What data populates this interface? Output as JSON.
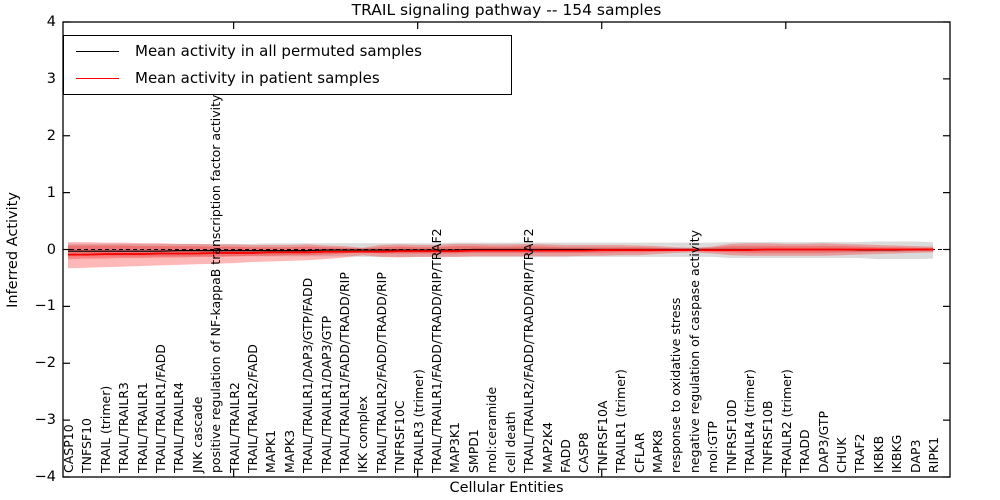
{
  "title": "TRAIL signaling pathway -- 154 samples",
  "axes": {
    "ylabel": "Inferred Activity",
    "xlabel": "Cellular Entities",
    "ylim": [
      -4,
      4
    ],
    "yticks": [
      {
        "v": 4,
        "label": "4"
      },
      {
        "v": 3,
        "label": "3"
      },
      {
        "v": 2,
        "label": "2"
      },
      {
        "v": 1,
        "label": "1"
      },
      {
        "v": 0,
        "label": "0"
      },
      {
        "v": -1,
        "label": "−1"
      },
      {
        "v": -2,
        "label": "−2"
      },
      {
        "v": -3,
        "label": "−3"
      },
      {
        "v": -4,
        "label": "−4"
      }
    ],
    "xtick_positions": [
      10,
      20,
      30,
      40
    ]
  },
  "legend": {
    "items": [
      {
        "label": "Mean activity in all permuted samples",
        "color": "#000000"
      },
      {
        "label": "Mean activity in patient samples",
        "color": "#ff0000"
      }
    ]
  },
  "colors": {
    "permuted_line": "#000000",
    "patient_line": "#ff0000",
    "permuted_band": "#999999",
    "patient_band": "#ff0000",
    "zero_line": "#000000",
    "frame": "#000000"
  },
  "chart_data": {
    "type": "line",
    "title": "TRAIL signaling pathway -- 154 samples",
    "xlabel": "Cellular Entities",
    "ylabel": "Inferred Activity",
    "ylim": [
      -4,
      4
    ],
    "grid": false,
    "legend_position": "upper left",
    "zero_line_style": "dashed",
    "categories": [
      "CASP10",
      "TNFSF10",
      "TRAIL (trimer)",
      "TRAIL/TRAILR3",
      "TRAIL/TRAILR1",
      "TRAIL/TRAILR1/FADD",
      "TRAIL/TRAILR4",
      "JNK cascade",
      "positive regulation of NF-kappaB transcription factor activity",
      "TRAIL/TRAILR2",
      "TRAIL/TRAILR2/FADD",
      "MAPK1",
      "MAPK3",
      "TRAIL/TRAILR1/DAP3/GTP/FADD",
      "TRAIL/TRAILR1/DAP3/GTP",
      "TRAIL/TRAILR1/FADD/TRADD/RIP",
      "IKK complex",
      "TRAIL/TRAILR2/FADD/TRADD/RIP",
      "TNFRSF10C",
      "TRAILR3 (trimer)",
      "TRAIL/TRAILR1/FADD/TRADD/RIP/TRAF2",
      "MAP3K1",
      "SMPD1",
      "mol:ceramide",
      "cell death",
      "TRAIL/TRAILR2/FADD/TRADD/RIP/TRAF2",
      "MAP2K4",
      "FADD",
      "CASP8",
      "TNFRSF10A",
      "TRAILR1 (trimer)",
      "CFLAR",
      "MAPK8",
      "response to oxidative stress",
      "negative regulation of caspase activity",
      "mol:GTP",
      "TNFRSF10D",
      "TRAILR4 (trimer)",
      "TNFRSF10B",
      "TRAILR2 (trimer)",
      "TRADD",
      "DAP3/GTP",
      "CHUK",
      "TRAF2",
      "IKBKB",
      "IKBKG",
      "DAP3",
      "RIPK1"
    ],
    "series": [
      {
        "name": "Mean activity in all permuted samples",
        "kind": "line",
        "color": "#000000",
        "values": [
          -0.03,
          -0.03,
          -0.03,
          -0.03,
          -0.03,
          -0.03,
          -0.02,
          -0.02,
          -0.02,
          -0.02,
          -0.02,
          -0.02,
          -0.02,
          -0.02,
          -0.01,
          -0.01,
          -0.01,
          -0.01,
          -0.01,
          -0.01,
          -0.01,
          -0.01,
          0,
          0,
          0,
          0,
          0,
          0,
          0,
          0,
          0,
          0,
          0,
          0,
          0,
          0,
          0,
          0,
          0,
          0,
          0,
          0,
          0,
          -0.01,
          -0.01,
          -0.01,
          0,
          0
        ]
      },
      {
        "name": "Mean activity in patient samples",
        "kind": "line",
        "color": "#ff0000",
        "values": [
          -0.09,
          -0.09,
          -0.08,
          -0.08,
          -0.08,
          -0.07,
          -0.07,
          -0.07,
          -0.06,
          -0.06,
          -0.06,
          -0.05,
          -0.05,
          -0.05,
          -0.04,
          -0.04,
          -0.04,
          -0.04,
          -0.03,
          -0.03,
          -0.03,
          -0.03,
          -0.02,
          -0.02,
          -0.02,
          -0.02,
          -0.02,
          -0.02,
          -0.02,
          -0.01,
          -0.01,
          -0.01,
          -0.01,
          -0.01,
          -0.01,
          -0.01,
          -0.01,
          -0.01,
          0,
          0,
          0,
          0,
          0,
          0,
          0,
          0,
          0,
          0
        ]
      },
      {
        "name": "Permuted samples std band",
        "kind": "band",
        "color": "#999999",
        "opacity": 0.35,
        "upper": [
          0.1,
          0.1,
          0.1,
          0.1,
          0.1,
          0.1,
          0.1,
          0.1,
          0.1,
          0.1,
          0.1,
          0.11,
          0.11,
          0.11,
          0.11,
          0.11,
          0.11,
          0.11,
          0.11,
          0.11,
          0.11,
          0.12,
          0.12,
          0.12,
          0.12,
          0.12,
          0.12,
          0.12,
          0.12,
          0.12,
          0.12,
          0.12,
          0.12,
          0.12,
          0.12,
          0.12,
          0.13,
          0.13,
          0.13,
          0.13,
          0.13,
          0.13,
          0.13,
          0.13,
          0.14,
          0.14,
          0.14,
          0.13
        ],
        "lower": [
          -0.12,
          -0.12,
          -0.12,
          -0.12,
          -0.12,
          -0.12,
          -0.12,
          -0.12,
          -0.12,
          -0.12,
          -0.12,
          -0.12,
          -0.12,
          -0.12,
          -0.12,
          -0.12,
          -0.13,
          -0.13,
          -0.13,
          -0.13,
          -0.13,
          -0.13,
          -0.13,
          -0.13,
          -0.13,
          -0.13,
          -0.13,
          -0.13,
          -0.13,
          -0.13,
          -0.13,
          -0.13,
          -0.13,
          -0.13,
          -0.13,
          -0.13,
          -0.15,
          -0.15,
          -0.15,
          -0.15,
          -0.15,
          -0.15,
          -0.15,
          -0.15,
          -0.17,
          -0.17,
          -0.17,
          -0.16
        ]
      },
      {
        "name": "Patient samples outer std band",
        "kind": "band",
        "color": "#ff0000",
        "opacity": 0.28,
        "upper": [
          0.13,
          0.13,
          0.12,
          0.12,
          0.11,
          0.11,
          0.1,
          0.1,
          0.09,
          0.09,
          0.08,
          0.08,
          0.08,
          0.09,
          0.07,
          0.06,
          0.03,
          0.08,
          0.09,
          0.08,
          0.08,
          0.1,
          0.1,
          0.09,
          0.09,
          0.1,
          0.09,
          0.08,
          0.08,
          0.08,
          0.08,
          0.07,
          0.06,
          0.04,
          0.03,
          0.05,
          0.1,
          0.11,
          0.11,
          0.1,
          0.1,
          0.11,
          0.1,
          0.09,
          0.08,
          0.07,
          0.06,
          0.05
        ],
        "lower": [
          -0.33,
          -0.32,
          -0.31,
          -0.3,
          -0.29,
          -0.28,
          -0.27,
          -0.26,
          -0.25,
          -0.24,
          -0.22,
          -0.21,
          -0.2,
          -0.19,
          -0.17,
          -0.14,
          -0.1,
          -0.13,
          -0.14,
          -0.13,
          -0.13,
          -0.13,
          -0.12,
          -0.12,
          -0.12,
          -0.12,
          -0.12,
          -0.12,
          -0.11,
          -0.11,
          -0.1,
          -0.1,
          -0.08,
          -0.06,
          -0.05,
          -0.07,
          -0.1,
          -0.11,
          -0.11,
          -0.11,
          -0.11,
          -0.11,
          -0.1,
          -0.09,
          -0.08,
          -0.07,
          -0.06,
          -0.05
        ]
      },
      {
        "name": "Patient samples inner std band",
        "kind": "band",
        "color": "#ff0000",
        "opacity": 0.28,
        "upper": [
          0.07,
          0.07,
          0.07,
          0.07,
          0.06,
          0.06,
          0.06,
          0.06,
          0.05,
          0.05,
          0.04,
          0.04,
          0.04,
          0.05,
          0.04,
          0.03,
          0.02,
          0.04,
          0.05,
          0.04,
          0.04,
          0.06,
          0.06,
          0.05,
          0.05,
          0.06,
          0.05,
          0.04,
          0.04,
          0.04,
          0.04,
          0.04,
          0.03,
          0.02,
          0.02,
          0.03,
          0.06,
          0.06,
          0.06,
          0.06,
          0.06,
          0.06,
          0.06,
          0.05,
          0.04,
          0.04,
          0.03,
          0.03
        ],
        "lower": [
          -0.17,
          -0.16,
          -0.16,
          -0.15,
          -0.15,
          -0.14,
          -0.14,
          -0.13,
          -0.13,
          -0.12,
          -0.11,
          -0.11,
          -0.1,
          -0.1,
          -0.09,
          -0.07,
          -0.05,
          -0.07,
          -0.07,
          -0.07,
          -0.07,
          -0.07,
          -0.06,
          -0.06,
          -0.06,
          -0.06,
          -0.06,
          -0.06,
          -0.06,
          -0.06,
          -0.05,
          -0.05,
          -0.04,
          -0.03,
          -0.03,
          -0.04,
          -0.05,
          -0.06,
          -0.06,
          -0.06,
          -0.06,
          -0.06,
          -0.05,
          -0.05,
          -0.04,
          -0.04,
          -0.03,
          -0.03
        ]
      }
    ]
  }
}
